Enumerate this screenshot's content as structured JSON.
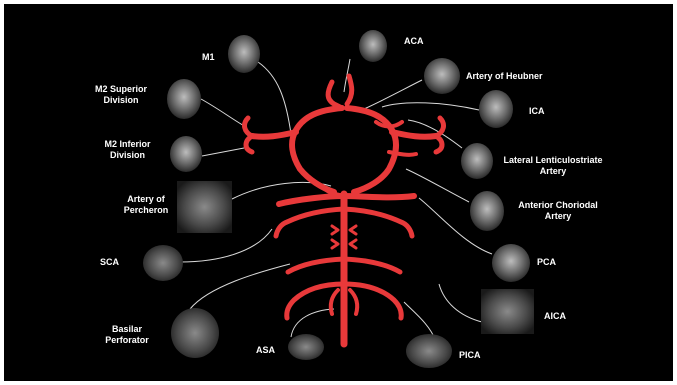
{
  "labels": {
    "m1": "M1",
    "m2_superior": "M2 Superior\nDivision",
    "m2_inferior": "M2 Inferior\nDivision",
    "percheron": "Artery of\nPercheron",
    "sca": "SCA",
    "basilar": "Basilar\nPerforator",
    "asa": "ASA",
    "aca": "ACA",
    "heubner": "Artery of Heubner",
    "ica": "ICA",
    "lenticulostriate": "Lateral Lenticulostriate\nArtery",
    "choroidal": "Anterior Choriodal\nArtery",
    "pca": "PCA",
    "aica": "AICA",
    "pica": "PICA"
  },
  "colors": {
    "background": "#000000",
    "artery": "#e8393a",
    "leader_line": "#d9d9d9",
    "label": "#ffffff"
  }
}
